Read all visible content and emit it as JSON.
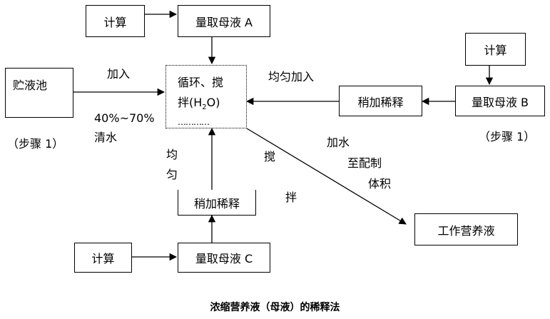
{
  "boxes": {
    "calc_a": "计算",
    "measure_a": "量取母液 A",
    "calc_b": "计算",
    "measure_b": "量取母液 B",
    "dilute_b": "稍加稀释",
    "tank": "贮液池",
    "mix_line1": "循环、搅",
    "mix_line2_prefix": "拌(H",
    "mix_line2_sub": "2",
    "mix_line2_suffix": "O)",
    "mix_line3": "…………",
    "dilute_c": "稍加稀释",
    "calc_c": "计算",
    "measure_c": "量取母液 C",
    "working": "工作营养液"
  },
  "labels": {
    "add": "加入",
    "even_add": "均匀加入",
    "water_pct": "40%~70%",
    "water": "清水",
    "step_left": "（步骤 1）",
    "step_right": "（步骤 1）",
    "even": "均匀",
    "stir1": "搅",
    "stir2": "拌",
    "add_water1": "加水",
    "add_water2": "至配制",
    "add_water3": "体积"
  },
  "caption": "浓缩营养液（母液）的稀释法"
}
